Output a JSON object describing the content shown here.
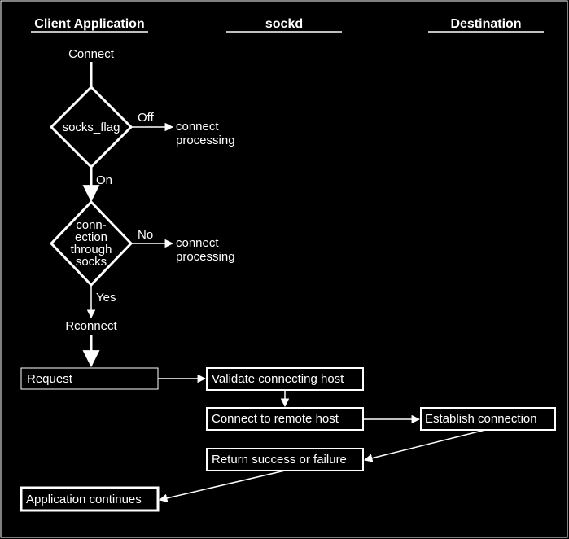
{
  "colors": {
    "background": "#000000",
    "foreground": "#ffffff"
  },
  "headers": {
    "client": "Client Application",
    "sockd": "sockd",
    "destination": "Destination"
  },
  "flow": {
    "connect": "Connect",
    "decision1": "socks_flag",
    "off": "Off",
    "connect_processing_1": [
      "connect",
      "processing"
    ],
    "on": "On",
    "decision2": [
      "conn-",
      "ection",
      "through",
      "socks"
    ],
    "no": "No",
    "connect_processing_2": [
      "connect",
      "processing"
    ],
    "yes": "Yes",
    "rconnect": "Rconnect",
    "request": "Request",
    "validate": "Validate connecting host",
    "connect_remote": "Connect to remote host",
    "establish": "Establish connection",
    "return": "Return success or failure",
    "app_continues": "Application continues"
  }
}
